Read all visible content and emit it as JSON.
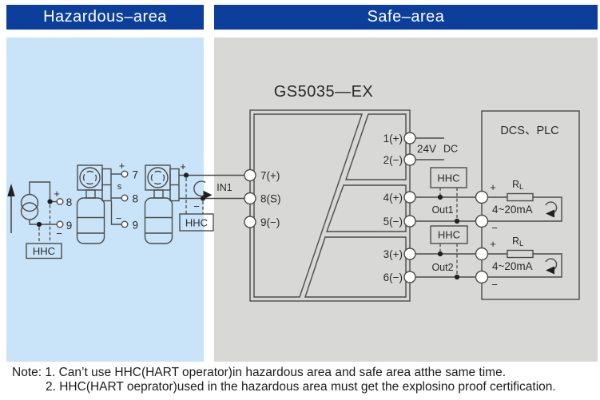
{
  "colors": {
    "header_bg": "#0c3f9c",
    "hazardous_bg": "#c9e4f8",
    "safe_bg": "#d8d8d6",
    "line": "#4b4b4b",
    "text": "#2a2a2a"
  },
  "headers": {
    "hazardous": "Hazardous–area",
    "safe": "Safe–area"
  },
  "hazardous": {
    "source": {
      "plus": "+",
      "minus": "−",
      "t8": "8",
      "t9": "9",
      "hhc": "HHC"
    },
    "tx1": {
      "plus": "+",
      "s": "s",
      "minus": "−",
      "t7": "7",
      "t8": "8",
      "t9": "9"
    },
    "tx2": {
      "plus": "+",
      "minus": "−",
      "hhc": "HHC"
    }
  },
  "safe": {
    "device_title": "GS5035—EX",
    "in1": "IN1",
    "t7": "7(+)",
    "t8": "8(S)",
    "t9": "9(−)",
    "t1": "1(+)",
    "t2": "2(−)",
    "t4": "4(+)",
    "t5": "5(−)",
    "t3": "3(+)",
    "t6": "6(−)",
    "supply_v": "24V",
    "supply_t": "DC",
    "hhc1": "HHC",
    "hhc2": "HHC",
    "out1": "Out1",
    "out2": "Out2",
    "dcs": "DCS、PLC",
    "load1": {
      "plus": "+",
      "minus": "−",
      "r": "R",
      "rsub": "L",
      "range": "4~20mA"
    },
    "load2": {
      "plus": "+",
      "minus": "−",
      "r": "R",
      "rsub": "L",
      "range": "4~20mA"
    }
  },
  "notes": {
    "line1": "Note: 1. Can’t use HHC(HART operator)in hazardous area and safe area atthe same time.",
    "line2": "2. HHC(HART oeprator)used in the hazardous area must get the explosino proof certification."
  }
}
